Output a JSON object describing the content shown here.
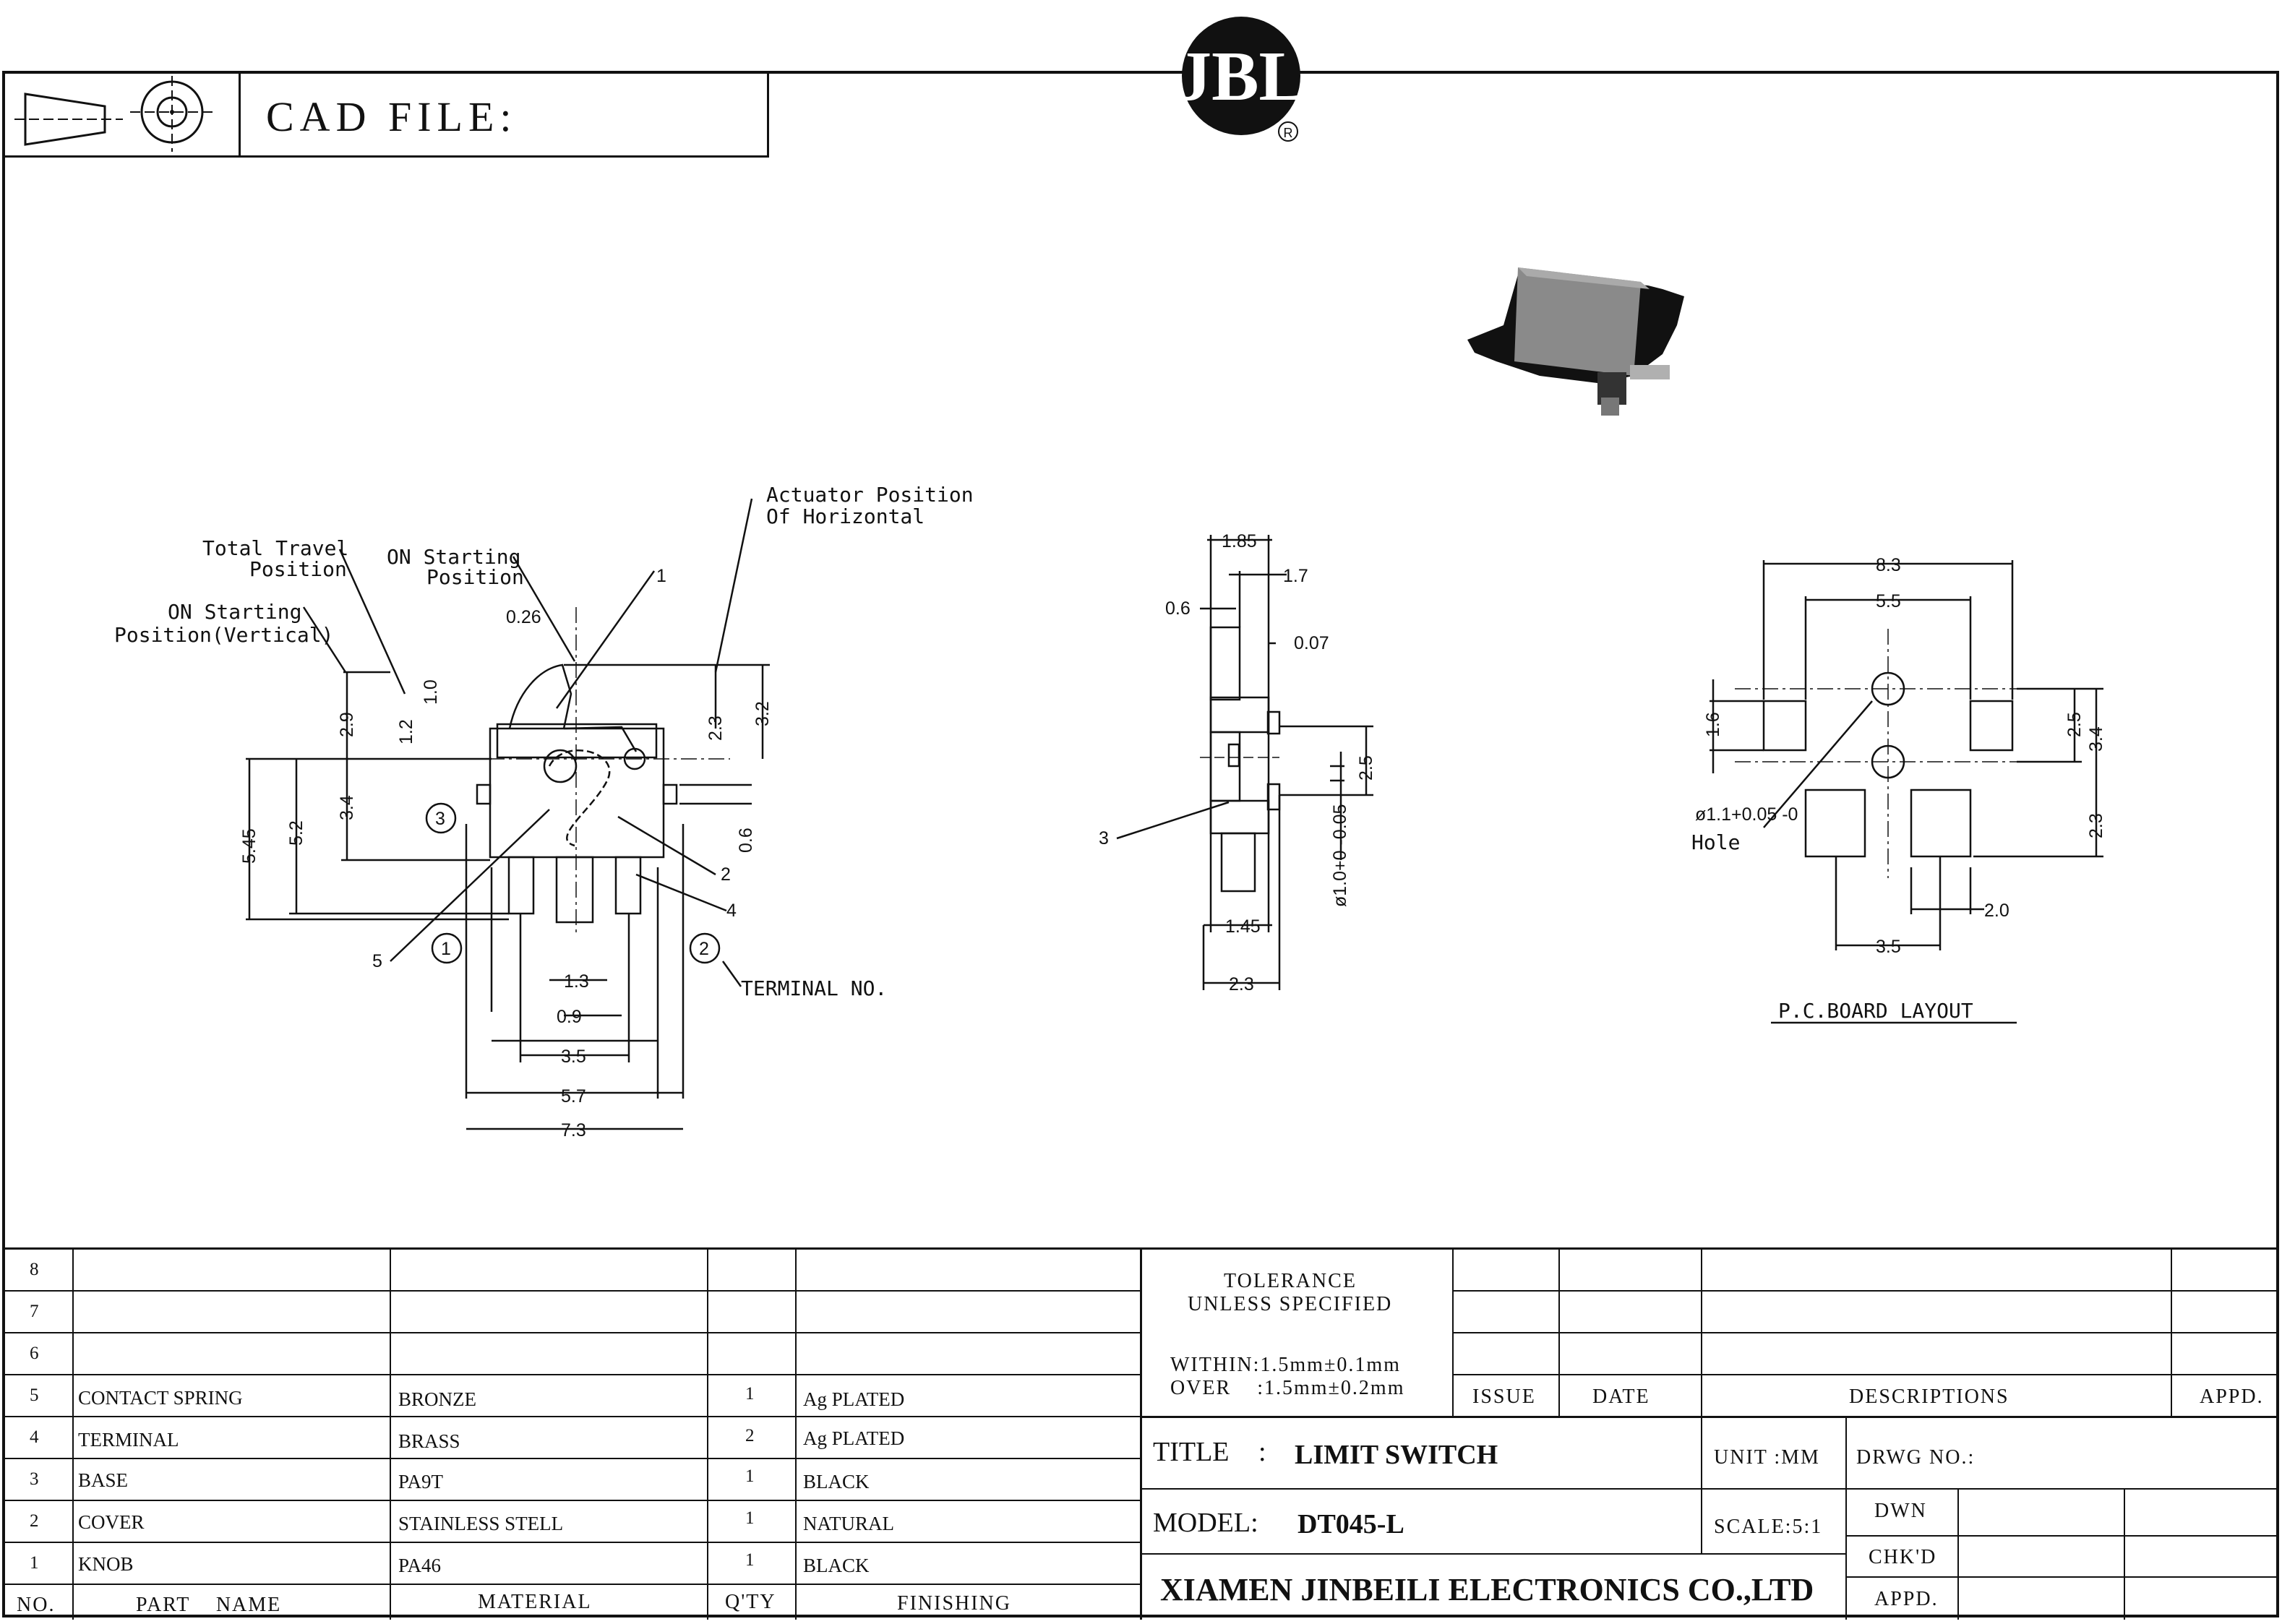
{
  "header": {
    "cad_label": "CAD FILE:",
    "logo_text": "JBL",
    "registered_mark": "R"
  },
  "drawing": {
    "front_view": {
      "labels": {
        "total_travel": [
          "Total Travel",
          "Position"
        ],
        "on_starting": [
          "ON Starting",
          "Position"
        ],
        "on_starting_vertical": [
          "ON Starting",
          "Position(Vertical)"
        ],
        "actuator": [
          "Actuator Position",
          "Of Horizontal"
        ],
        "terminal_no": "TERMINAL NO."
      },
      "dims": [
        "0.26",
        "1.0",
        "1.2",
        "2.9",
        "2.3",
        "3.2",
        "3.4",
        "5.45",
        "5.2",
        "0.6",
        "1.3",
        "0.9",
        "3.5",
        "5.7",
        "7.3"
      ],
      "part_callouts": [
        "1",
        "2",
        "4",
        "5"
      ],
      "terminals": [
        "1",
        "2",
        "3"
      ]
    },
    "side_view": {
      "dims": [
        "1.85",
        "1.7",
        "0.6",
        "0.07",
        "2.5",
        "1.45",
        "2.3"
      ],
      "hole_dim": "ø1.0+0 -0.05",
      "part_callout": "3"
    },
    "pcb_layout": {
      "dims": [
        "8.3",
        "5.5",
        "1.6",
        "2.5",
        "3.4",
        "2.3",
        "2.0",
        "3.5"
      ],
      "hole_dim": "ø1.1+0.05 -0",
      "hole_label": "Hole",
      "caption": "P.C.BOARD LAYOUT"
    }
  },
  "bom": {
    "rows": [
      {
        "no": "8",
        "part": "",
        "material": "",
        "qty": "",
        "finishing": ""
      },
      {
        "no": "7",
        "part": "",
        "material": "",
        "qty": "",
        "finishing": ""
      },
      {
        "no": "6",
        "part": "",
        "material": "",
        "qty": "",
        "finishing": ""
      },
      {
        "no": "5",
        "part": "CONTACT SPRING",
        "material": "BRONZE",
        "qty": "1",
        "finishing": "Ag PLATED"
      },
      {
        "no": "4",
        "part": "TERMINAL",
        "material": "BRASS",
        "qty": "2",
        "finishing": "Ag PLATED"
      },
      {
        "no": "3",
        "part": "BASE",
        "material": "PA9T",
        "qty": "1",
        "finishing": "BLACK"
      },
      {
        "no": "2",
        "part": "COVER",
        "material": "STAINLESS STELL",
        "qty": "1",
        "finishing": "NATURAL"
      },
      {
        "no": "1",
        "part": "KNOB",
        "material": "PA46",
        "qty": "1",
        "finishing": "BLACK"
      }
    ],
    "headers": {
      "no": "NO.",
      "part": "PART    NAME",
      "material": "MATERIAL",
      "qty": "Q'TY",
      "finishing": "FINISHING"
    }
  },
  "tolerance": {
    "line1": "TOLERANCE",
    "line2": "UNLESS SPECIFIED",
    "within": "WITHIN:1.5mm±0.1mm",
    "over": "OVER    :1.5mm±0.2mm"
  },
  "revision": {
    "issue": "ISSUE",
    "date": "DATE",
    "descriptions": "DESCRIPTIONS",
    "appd": "APPD."
  },
  "title_block": {
    "title_label": "TITLE",
    "title_colon": ":",
    "title_value": "LIMIT SWITCH",
    "unit": "UNIT :MM",
    "drwg_no": "DRWG  NO.:",
    "model_label": "MODEL:",
    "model_value": "DT045-L",
    "scale": "SCALE:5:1",
    "dwn": "DWN",
    "chkd": "CHK'D",
    "appd": "APPD.",
    "company": "XIAMEN JINBEILI ELECTRONICS CO.,LTD"
  }
}
